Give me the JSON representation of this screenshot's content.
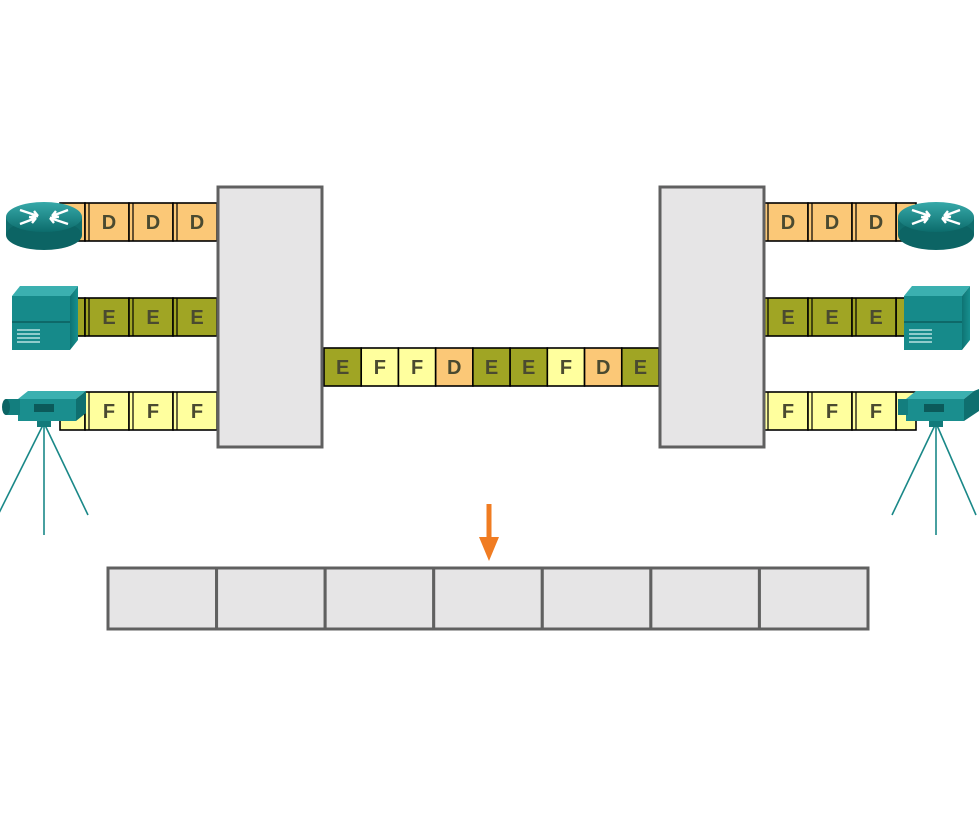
{
  "colors": {
    "D": "#fbc877",
    "E": "#a0a524",
    "F": "#ffff9e",
    "box_fill": "#e6e5e6",
    "box_stroke": "#606060",
    "arrow": "#f07c22",
    "device": "#1f8c8c"
  },
  "left_streams": [
    {
      "device": "router-icon",
      "cells": [
        "D",
        "D",
        "D"
      ]
    },
    {
      "device": "server-icon",
      "cells": [
        "E",
        "E",
        "E"
      ]
    },
    {
      "device": "video-camera-icon",
      "cells": [
        "F",
        "F",
        "F"
      ]
    }
  ],
  "right_streams": [
    {
      "device": "router-icon",
      "cells": [
        "D",
        "D",
        "D"
      ]
    },
    {
      "device": "server-icon",
      "cells": [
        "E",
        "E",
        "E"
      ]
    },
    {
      "device": "video-camera-icon",
      "cells": [
        "F",
        "F",
        "F"
      ]
    }
  ],
  "shared_link": {
    "cells": [
      "E",
      "F",
      "F",
      "D",
      "E",
      "E",
      "F",
      "D",
      "E"
    ]
  },
  "bottom_row": {
    "slots": 7,
    "labels": [
      "",
      "",
      "",
      "",
      "",
      "",
      ""
    ]
  },
  "arrow": {
    "direction": "down"
  }
}
